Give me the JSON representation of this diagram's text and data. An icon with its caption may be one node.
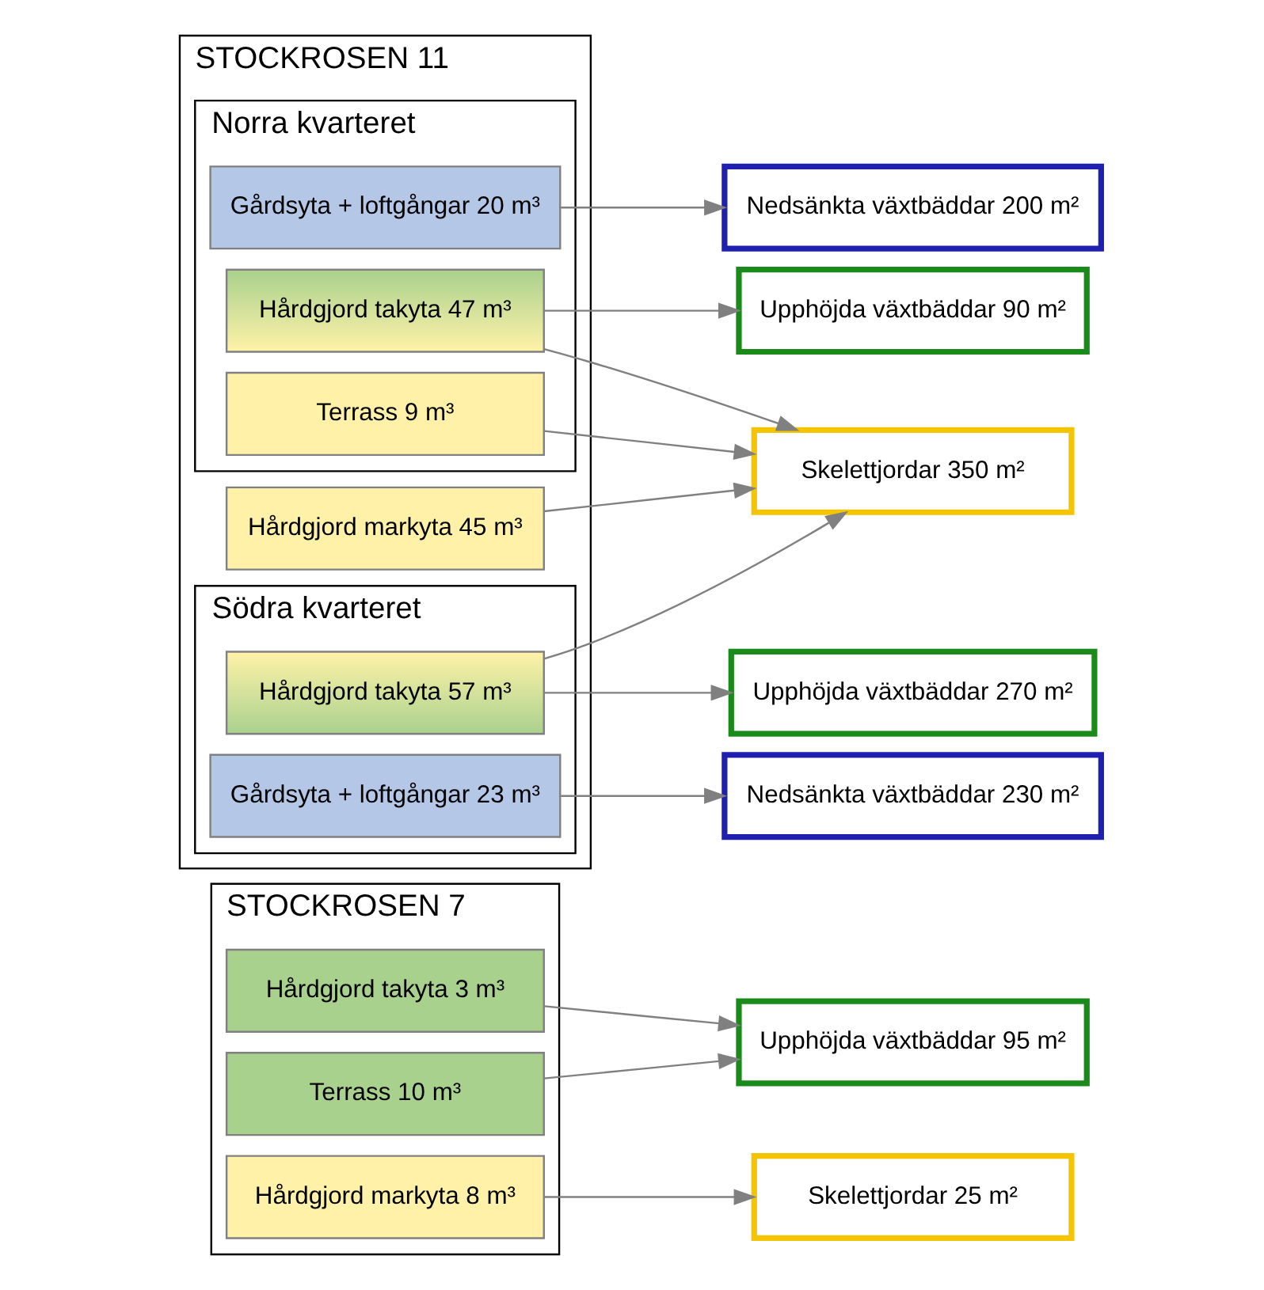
{
  "diagram": {
    "nodes": [
      {
        "text": [
          "STOCKROSEN 7"
        ]
      },
      {
        "text": [
          "Hårdgjord takyta 3 m³"
        ],
        "in": 0
      },
      {
        "text": [
          "Terrass 10 m³"
        ],
        "in": 0
      },
      {
        "text": [
          "Hårdgjord markyta 8 m³"
        ],
        "in": 0
      },
      {
        "text": [
          "Upphöjda växtbäddar 95 m²"
        ]
      },
      {
        "text": [
          "Skelettjordar 25 m²"
        ]
      },
      {
        "text": [
          "STOCKROSEN 11"
        ]
      },
      {
        "text": [
          "Norra kvarteret"
        ],
        "in": 6
      },
      {
        "text": [
          "Gårdsyta + loftgångar 20 m³"
        ],
        "in": 7
      },
      {
        "text": [
          "Hårdgjord takyta 47 m³"
        ],
        "in": 7
      },
      {
        "text": [
          "Terrass 9 m³"
        ],
        "in": 7
      },
      {
        "text": [
          "Hårdgjord markyta 45 m³"
        ],
        "in": 6
      },
      {
        "text": [
          "Södra kvarteret"
        ],
        "in": 6
      },
      {
        "text": [
          "Hårdgjord takyta 57 m³"
        ],
        "in": 12
      },
      {
        "text": [
          "Gårdsyta + loftgångar 23 m³"
        ],
        "in": 12
      },
      {
        "text": [
          "Nedsänkta växtbäddar 200 m²"
        ]
      },
      {
        "text": [
          "Upphöjda växtbäddar 90 m²"
        ]
      },
      {
        "text": [
          "Skelettjordar 350 m²"
        ]
      },
      {
        "text": [
          "Upphöjda växtbäddar 270 m²"
        ]
      },
      {
        "text": [
          "Nedsänkta växtbäddar 230 m²"
        ]
      }
    ],
    "edges": [
      {
        "from": 1,
        "to": 4,
        "arrow": "to"
      },
      {
        "from": 2,
        "to": 4,
        "arrow": "to"
      },
      {
        "from": 3,
        "to": 5,
        "arrow": "to"
      },
      {
        "from": 8,
        "to": 15,
        "arrow": "to"
      },
      {
        "from": 9,
        "to": 16,
        "arrow": "to"
      },
      {
        "from": 9,
        "to": 17,
        "arrow": "to"
      },
      {
        "from": 10,
        "to": 17,
        "arrow": "to"
      },
      {
        "from": 11,
        "to": 17,
        "arrow": "to"
      },
      {
        "from": 13,
        "to": 17,
        "arrow": "to"
      },
      {
        "from": 13,
        "to": 18,
        "arrow": "to"
      },
      {
        "from": 14,
        "to": 19,
        "arrow": "to"
      }
    ]
  }
}
